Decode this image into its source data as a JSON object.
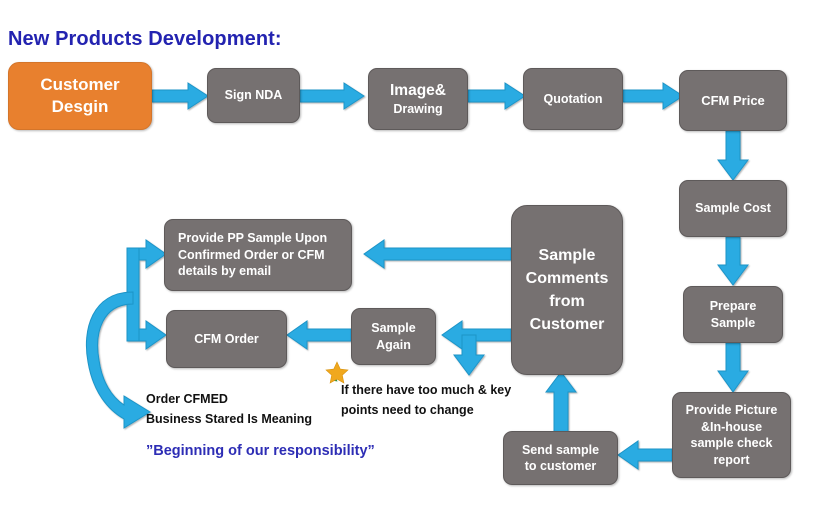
{
  "title": "New Products Development:",
  "colors": {
    "title_blue": "#2323b0",
    "accent_blue": "#2d2db5",
    "node_gray": "#767171",
    "node_orange": "#E8802E",
    "arrow_blue": "#29ABE2",
    "star_gold": "#F0A81E"
  },
  "nodes": {
    "customer_design": {
      "lines": [
        "Customer",
        "Desgin"
      ]
    },
    "sign_nda": {
      "lines": [
        "Sign NDA"
      ]
    },
    "image_drawing": {
      "lines": [
        "Image&",
        "Drawing"
      ]
    },
    "quotation": {
      "lines": [
        "Quotation"
      ]
    },
    "cfm_price": {
      "lines": [
        "CFM Price"
      ]
    },
    "sample_cost": {
      "lines": [
        "Sample Cost"
      ]
    },
    "prepare_sample": {
      "lines": [
        "Prepare",
        "Sample"
      ]
    },
    "provide_picture": {
      "lines": [
        "Provide Picture",
        "&In-house",
        "sample check",
        "report"
      ]
    },
    "send_sample": {
      "lines": [
        "Send sample",
        "to customer"
      ]
    },
    "sample_comments": {
      "lines": [
        "Sample",
        "Comments",
        "from",
        "Customer"
      ]
    },
    "sample_again": {
      "lines": [
        "Sample",
        "Again"
      ]
    },
    "cfm_order": {
      "lines": [
        "CFM Order"
      ]
    },
    "provide_pp": {
      "lines": [
        "Provide PP Sample Upon",
        "Confirmed Order or CFM",
        "details by email"
      ]
    }
  },
  "notes": {
    "change_note": {
      "lines": [
        "If there have too much & key",
        "points need to change"
      ]
    },
    "order_note": {
      "lines": [
        "Order CFMED",
        "Business Stared Is  Meaning"
      ]
    },
    "responsibility": {
      "lines": [
        "”Beginning of our responsibility”"
      ]
    }
  },
  "icons": {
    "star": "star-icon"
  }
}
